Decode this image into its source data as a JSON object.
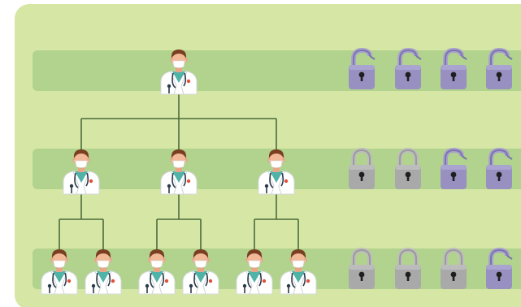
{
  "colors": {
    "panel": "#d6e6a4",
    "band": "#b1d38d",
    "connector": "#4a6b3d",
    "lock_open": "#9790c1",
    "lock_closed": "#a9a9a9"
  },
  "levels": [
    {
      "id": "level-1",
      "doctors": 1,
      "locks": [
        "open",
        "open",
        "open",
        "open"
      ]
    },
    {
      "id": "level-2",
      "doctors": 3,
      "locks": [
        "closed",
        "closed",
        "open",
        "open"
      ]
    },
    {
      "id": "level-3",
      "doctors": 6,
      "locks": [
        "closed",
        "closed",
        "closed",
        "open"
      ]
    }
  ],
  "icons": {
    "doctor": "doctor-icon",
    "lock_open": "unlocked-padlock-icon",
    "lock_closed": "locked-padlock-icon"
  }
}
